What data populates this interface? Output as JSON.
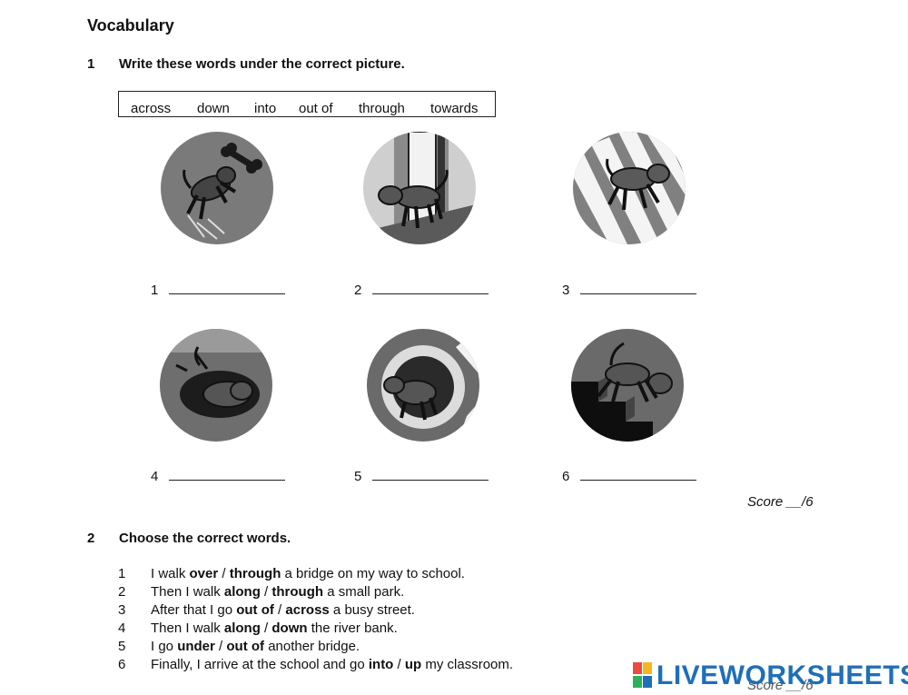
{
  "heading": "Vocabulary",
  "section1": {
    "number": "1",
    "title": "Write these words under the correct picture.",
    "words": [
      "across",
      "down",
      "into",
      "out of",
      "through",
      "towards"
    ],
    "answers": [
      {
        "label": "1",
        "value": ""
      },
      {
        "label": "2",
        "value": ""
      },
      {
        "label": "3",
        "value": ""
      },
      {
        "label": "4",
        "value": ""
      },
      {
        "label": "5",
        "value": ""
      },
      {
        "label": "6",
        "value": ""
      }
    ],
    "score": "Score __/6"
  },
  "section2": {
    "number": "2",
    "title": "Choose the correct words.",
    "items": [
      {
        "n": "1",
        "pre": "I walk ",
        "a": "over",
        "sep": " / ",
        "b": "through",
        "post": " a bridge on my way to school."
      },
      {
        "n": "2",
        "pre": "Then I walk ",
        "a": "along",
        "sep": " / ",
        "b": "through",
        "post": " a small park."
      },
      {
        "n": "3",
        "pre": "After that I go ",
        "a": "out of",
        "sep": " / ",
        "b": "across",
        "post": " a busy street."
      },
      {
        "n": "4",
        "pre": "Then I walk ",
        "a": "along",
        "sep": " / ",
        "b": "down",
        "post": " the river bank."
      },
      {
        "n": "5",
        "pre": "I go ",
        "a": "under",
        "sep": " / ",
        "b": "out of",
        "post": " another bridge."
      },
      {
        "n": "6",
        "pre": "Finally, I arrive at the school and go ",
        "a": "into",
        "sep": " / ",
        "b": "up",
        "post": " my classroom."
      }
    ],
    "score": "Score __/6"
  },
  "brand": {
    "text": "LIVEWORKSHEETS",
    "colors": [
      "#e84c3d",
      "#f5b81c",
      "#2fae5c",
      "#1f6fb8"
    ]
  }
}
